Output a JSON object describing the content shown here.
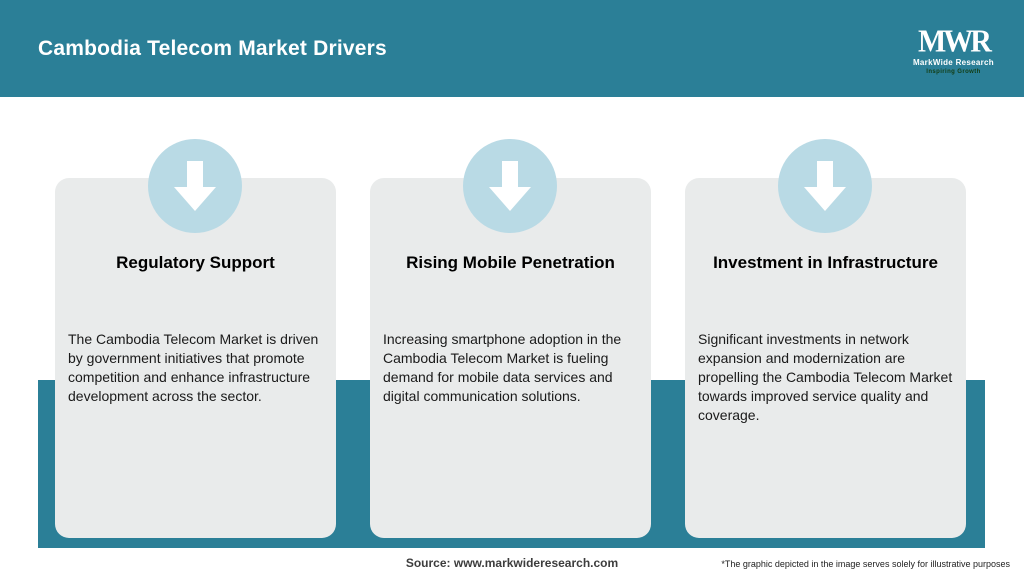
{
  "header": {
    "title": "Cambodia Telecom Market Drivers",
    "logo": {
      "mark": "MWR",
      "name": "MarkWide Research",
      "tagline": "Inspiring Growth"
    }
  },
  "cards": [
    {
      "title": "Regulatory Support",
      "body": "The Cambodia Telecom Market is driven by government initiatives that promote competition and enhance infrastructure development across the sector."
    },
    {
      "title": "Rising Mobile Penetration",
      "body": "Increasing smartphone adoption in the Cambodia Telecom Market is fueling demand for mobile data services and digital communication solutions."
    },
    {
      "title": "Investment in Infrastructure",
      "body": "Significant investments in network expansion and modernization are propelling the Cambodia Telecom Market towards improved service quality and coverage."
    }
  ],
  "footer": {
    "source": "Source: www.markwideresearch.com",
    "disclaimer": "*The graphic depicted in the image serves solely for illustrative purposes"
  },
  "colors": {
    "teal": "#2b7f97",
    "card_bg": "#e9ebeb",
    "circle_blue": "#b9dae5",
    "arrow_white": "#ffffff",
    "tagline_green": "#123c12"
  }
}
